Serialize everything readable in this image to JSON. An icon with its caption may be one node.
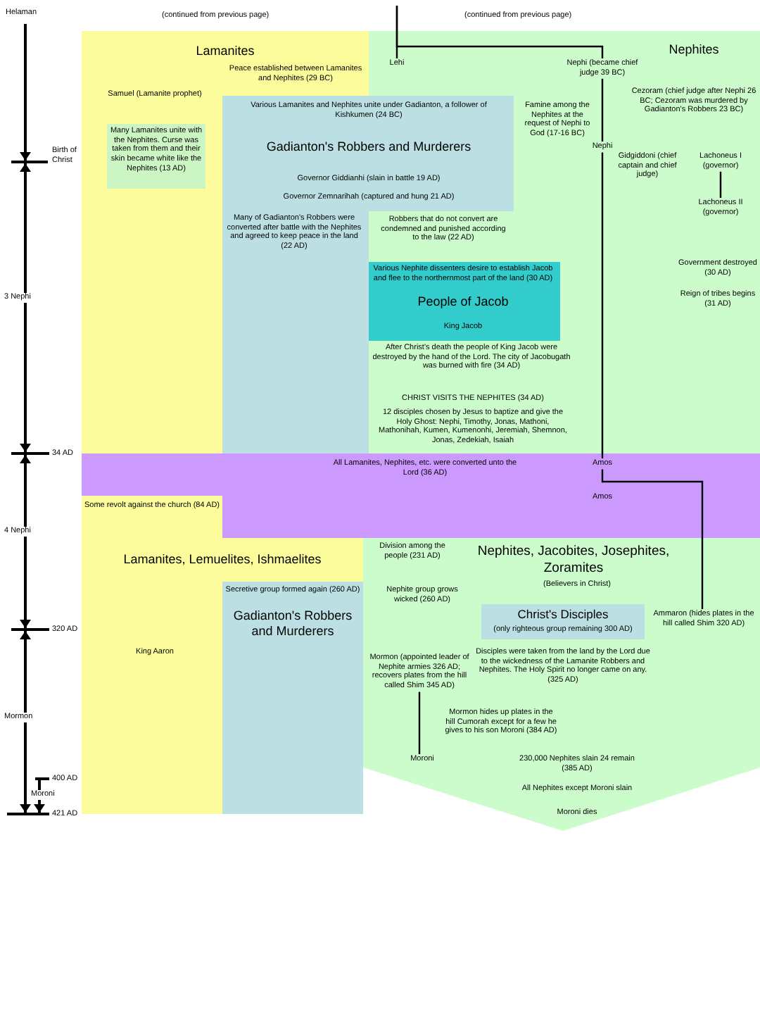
{
  "diagram": {
    "nodes": [
      {
        "text": [
          "Lamanites"
        ]
      },
      {
        "text": [
          "Nephites"
        ]
      },
      {
        "text": [
          "Various Lamanites and Nephites unite under Gadianton, a follower of Kishkumen (24 BC)",
          "Gadianton's Robbers and Murderers",
          "Governor Giddianhi (slain in battle 19 AD)",
          "Governor Zemnarihah (captured and hung 21 AD)",
          "Many of Gadianton's Robbers were converted after battle with the Nephites and agreed to keep peace in the land (22 AD)"
        ]
      },
      {
        "text": [
          "Peace established between Lamanites and Nephites (29 BC)"
        ],
        "in": 0
      },
      {
        "text": [
          "Samuel (Lamanite prophet)"
        ],
        "in": 0
      },
      {
        "text": [
          "Many Lamanites unite with the Nephites. Curse was taken from them and their skin became white like the Nephites (13 AD)"
        ],
        "in": 0
      },
      {
        "text": [
          "Lehi"
        ],
        "in": 1
      },
      {
        "text": [
          "Nephi (became chief judge 39 BC)"
        ],
        "in": 1
      },
      {
        "text": [
          "Famine among the Nephites at the request of Nephi to God (17-16 BC)"
        ],
        "in": 1
      },
      {
        "text": [
          "Cezoram (chief judge after Nephi 26 BC; Cezoram was murdered by Gadianton's Robbers 23 BC)"
        ],
        "in": 1
      },
      {
        "text": [
          "Nephi"
        ],
        "in": 1
      },
      {
        "text": [
          "Gidgiddoni (chief captain and chief judge)"
        ],
        "in": 1
      },
      {
        "text": [
          "Lachoneus I (governor)"
        ],
        "in": 1
      },
      {
        "text": [
          "Lachoneus II (governor)"
        ],
        "in": 1
      },
      {
        "text": [
          "Robbers that do not convert are condemned and punished according to the law (22 AD)"
        ],
        "in": 1
      },
      {
        "text": [
          "Various Nephite dissenters desire to establish Jacob and flee to the northernmost part of the land (30 AD)",
          "People of Jacob",
          "King Jacob"
        ],
        "in": 1
      },
      {
        "text": [
          "Government destroyed (30 AD)"
        ],
        "in": 1
      },
      {
        "text": [
          "Reign of tribes begins (31 AD)"
        ],
        "in": 1
      },
      {
        "text": [
          "After Christ's death the people of King Jacob were destroyed by the hand of the Lord. The city of Jacobugath was burned with fire (34 AD)"
        ],
        "in": 1
      },
      {
        "text": [
          "CHRIST VISITS THE NEPHITES (34 AD)",
          "12 disciples chosen by Jesus to baptize and give the Holy Ghost: Nephi, Timothy, Jonas, Mathoni, Mathonihah, Kumen, Kumenonhi, Jeremiah, Shemnon, Jonas, Zedekiah, Isaiah"
        ],
        "in": 1
      },
      {
        "text": [
          "All Lamanites, Nephites, etc. were converted unto the Lord (36 AD)"
        ]
      },
      {
        "text": [
          "Amos"
        ],
        "in": 20
      },
      {
        "text": [
          "Amos"
        ],
        "in": 20
      },
      {
        "text": [
          "Some revolt against the church (84 AD)"
        ]
      },
      {
        "text": [
          "Lamanites, Lemuelites, Ishmaelites"
        ]
      },
      {
        "text": [
          "Secretive group formed again (260 AD)",
          "Gadianton's Robbers and Murderers"
        ],
        "in": 24
      },
      {
        "text": [
          "King Aaron"
        ],
        "in": 24
      },
      {
        "text": [
          "Nephites, Jacobites, Josephites, Zoramites",
          "(Believers in Christ)"
        ]
      },
      {
        "text": [
          "Division among the people (231 AD)"
        ],
        "in": 27
      },
      {
        "text": [
          "Nephite group grows wicked (260 AD)"
        ],
        "in": 27
      },
      {
        "text": [
          "Christ's Disciples",
          "(only righteous group remaining 300 AD)"
        ],
        "in": 27
      },
      {
        "text": [
          "Ammaron (hides plates in the hill called Shim 320 AD)"
        ],
        "in": 27
      },
      {
        "text": [
          "Disciples were taken from the land by the Lord due to the wickedness of the Lamanite Robbers and Nephites. The Holy Spirit no longer came on any. (325 AD)"
        ],
        "in": 27
      },
      {
        "text": [
          "Mormon (appointed leader of Nephite armies 326 AD; recovers plates from the hill called Shim 345 AD)"
        ],
        "in": 27
      },
      {
        "text": [
          "Mormon hides up plates in the hill Cumorah except for a few he gives to his son Moroni (384 AD)"
        ],
        "in": 27
      },
      {
        "text": [
          "Moroni"
        ],
        "in": 27
      },
      {
        "text": [
          "230,000 Nephites slain 24 remain (385 AD)"
        ],
        "in": 27
      },
      {
        "text": [
          "All Nephites except Moroni slain"
        ],
        "in": 27
      },
      {
        "text": [
          "Moroni dies"
        ],
        "in": 27
      }
    ],
    "edges": [
      {
        "from": null,
        "to": 6,
        "arrow": "none"
      },
      {
        "from": null,
        "to": 7,
        "arrow": "none"
      },
      {
        "from": 7,
        "to": 10,
        "arrow": "none"
      },
      {
        "from": 10,
        "to": 21,
        "arrow": "none"
      },
      {
        "from": 21,
        "to": 31,
        "arrow": "none"
      },
      {
        "from": 12,
        "to": 13,
        "arrow": "none"
      },
      {
        "from": 33,
        "to": 35,
        "arrow": "none"
      }
    ],
    "labels": [
      "Helaman",
      "(continued from previous page)",
      "(continued from previous page)",
      "Birth of Christ",
      "3 Nephi",
      "34 AD",
      "4 Nephi",
      "320 AD",
      "Mormon",
      "400 AD",
      "Moroni",
      "421 AD"
    ]
  }
}
